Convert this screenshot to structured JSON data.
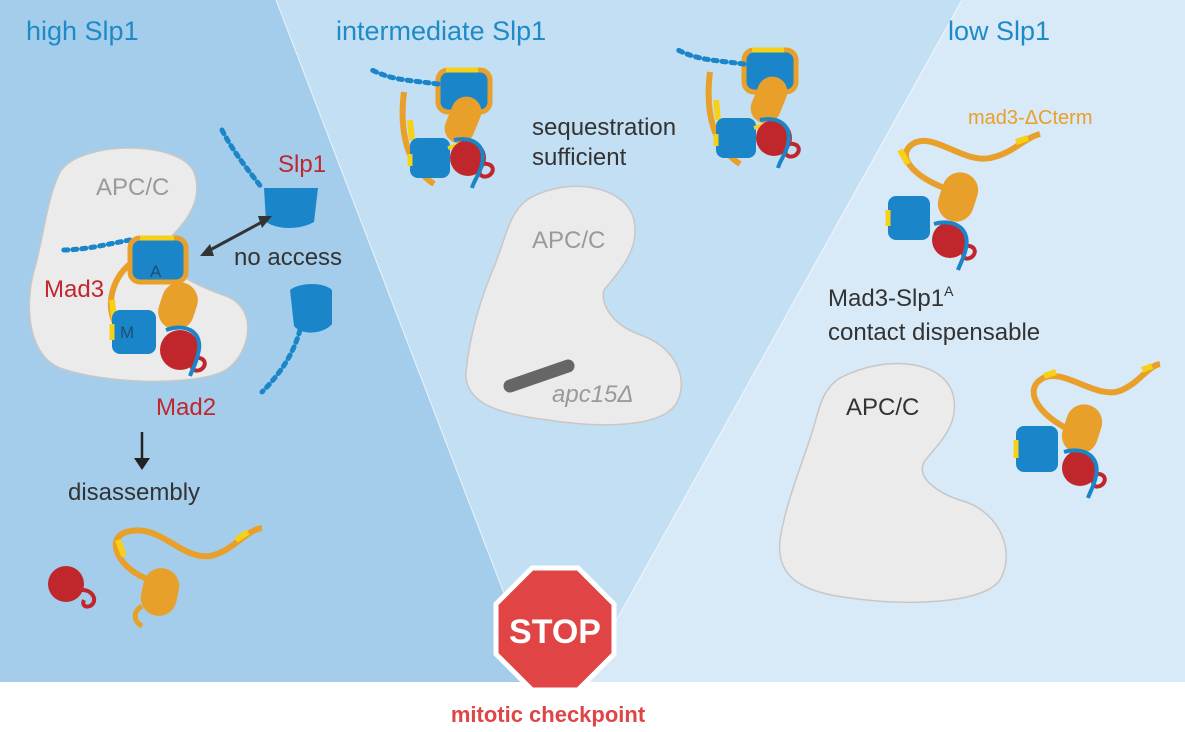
{
  "panels": {
    "high": {
      "title": "high Slp1",
      "apcc": "APC/C",
      "slp1": "Slp1",
      "mad3": "Mad3",
      "mad2": "Mad2",
      "no_access": "no access",
      "disassembly": "disassembly",
      "mark_a": "A",
      "mark_m": "M"
    },
    "intermediate": {
      "title": "intermediate Slp1",
      "sequestration_line1": "sequestration",
      "sequestration_line2": "sufficient",
      "apcc": "APC/C",
      "mutant": "apc15Δ"
    },
    "low": {
      "title": "low Slp1",
      "mutant": "mad3-ΔCterm",
      "contact_line1": "Mad3-Slp1",
      "contact_sup": "A",
      "contact_line2": "contact dispensable",
      "apcc": "APC/C"
    }
  },
  "stop_sign": {
    "text": "STOP",
    "caption": "mitotic checkpoint"
  },
  "colors": {
    "high_bg": "#a3cdeb",
    "intermediate_bg": "#c3dff3",
    "low_bg": "#d8e9f7",
    "blue": "#1a85c9",
    "orange": "#e8a02a",
    "yellow": "#f7d117",
    "red": "#c0272d",
    "apcc": "#ebebeb",
    "stop": "#e04444"
  }
}
